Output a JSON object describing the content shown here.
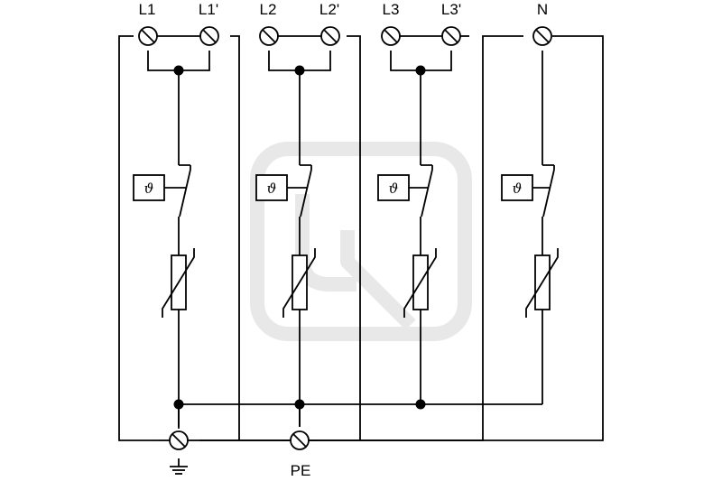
{
  "terminals": {
    "l1": "L1",
    "l1p": "L1'",
    "l2": "L2",
    "l2p": "L2'",
    "l3": "L3",
    "l3p": "L3'",
    "n": "N",
    "pe": "PE"
  },
  "thermal_symbol": "ϑ",
  "ground_symbol": "earth"
}
